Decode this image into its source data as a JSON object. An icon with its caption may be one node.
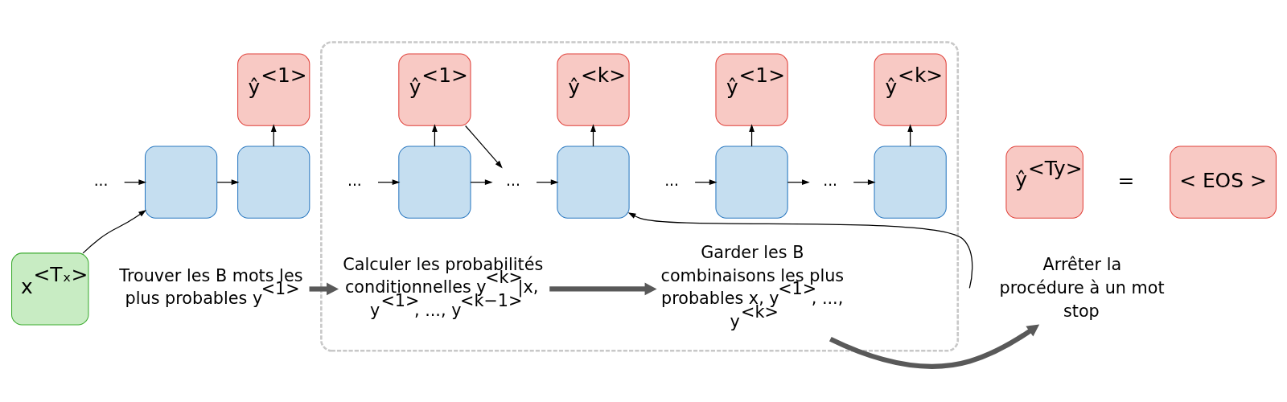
{
  "diagram": {
    "nodes": [
      {
        "text": [
          "..."
        ]
      },
      {
        "text": [],
        "shape": "box"
      },
      {
        "text": [],
        "shape": "box"
      },
      {
        "text": [
          "ŷ$^{<1>}$"
        ]
      },
      {
        "text": [
          "x$^{<Tₓ>}$"
        ]
      },
      {
        "text": [
          "Trouver les B mots les plus probables y$^{<1>}$"
        ]
      },
      {
        "text": [],
        "shape": "box"
      },
      {
        "text": [
          "..."
        ],
        "in": 6
      },
      {
        "text": [],
        "shape": "box",
        "in": 6
      },
      {
        "text": [
          "ŷ$^{<1>}$"
        ],
        "in": 6
      },
      {
        "text": [
          "..."
        ],
        "in": 6
      },
      {
        "text": [],
        "shape": "box",
        "in": 6
      },
      {
        "text": [
          "ŷ$^{<k>}$"
        ],
        "in": 6
      },
      {
        "text": [
          "Calculer les probabilités conditionnelles y$^{<k>}$|x, y$^{<1>}$, ..., y$^{<k−1>}$"
        ],
        "in": 6
      },
      {
        "text": [
          "..."
        ],
        "in": 6
      },
      {
        "text": [],
        "shape": "box",
        "in": 6
      },
      {
        "text": [
          "ŷ$^{<1>}$"
        ],
        "in": 6
      },
      {
        "text": [
          "..."
        ],
        "in": 6
      },
      {
        "text": [],
        "shape": "box",
        "in": 6
      },
      {
        "text": [
          "ŷ$^{<k>}$"
        ],
        "in": 6
      },
      {
        "text": [
          "Garder les B combinaisons les plus probables x, y$^{<1>}$, ..., y$^{<k>}$"
        ],
        "in": 6
      },
      {
        "text": [
          "ŷ$^{<Ty>}$"
        ]
      },
      {
        "text": [
          "< EOS >"
        ]
      },
      {
        "text": [
          "Arrêter la procédure à un mot stop"
        ]
      }
    ],
    "edges": [
      {
        "from": 0,
        "to": 1,
        "arrow": "to"
      },
      {
        "from": 4,
        "to": 1,
        "arrow": "to"
      },
      {
        "from": 1,
        "to": 2,
        "arrow": "to"
      },
      {
        "from": 2,
        "to": 3,
        "arrow": "to"
      },
      {
        "from": 5,
        "to": 13,
        "arrow": "to",
        "style": "thick",
        "color": "#595959"
      },
      {
        "from": 7,
        "to": 8,
        "arrow": "to"
      },
      {
        "from": 8,
        "to": 9,
        "arrow": "to"
      },
      {
        "from": 8,
        "to": 10,
        "arrow": "to"
      },
      {
        "from": 9,
        "to": 10,
        "arrow": "to"
      },
      {
        "from": 10,
        "to": 11,
        "arrow": "to"
      },
      {
        "from": null,
        "to": 11,
        "arrow": "to"
      },
      {
        "from": 11,
        "to": 12,
        "arrow": "to"
      },
      {
        "from": 13,
        "to": 20,
        "arrow": "to",
        "style": "thick",
        "color": "#595959"
      },
      {
        "from": 14,
        "to": 15,
        "arrow": "to"
      },
      {
        "from": 15,
        "to": 16,
        "arrow": "to"
      },
      {
        "from": 15,
        "to": 17,
        "arrow": "to"
      },
      {
        "from": 17,
        "to": 18,
        "arrow": "to"
      },
      {
        "from": 18,
        "to": 19,
        "arrow": "to"
      },
      {
        "from": 20,
        "to": 23,
        "arrow": "to",
        "style": "thick",
        "color": "#595959"
      }
    ],
    "labels": [
      "="
    ]
  }
}
